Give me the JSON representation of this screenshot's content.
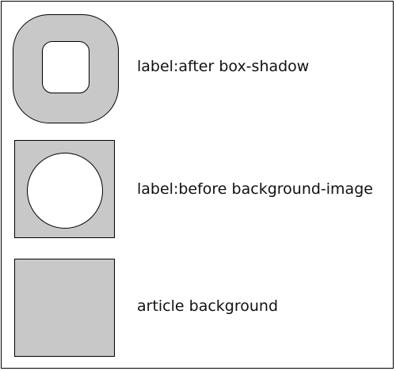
{
  "rows": [
    {
      "label": "label:after box-shadow"
    },
    {
      "label": "label:before background-image"
    },
    {
      "label": "article background"
    }
  ],
  "colors": {
    "shape_fill": "#c8c8c8",
    "inner_fill": "#ffffff",
    "stroke": "#000000",
    "text": "#111111"
  }
}
